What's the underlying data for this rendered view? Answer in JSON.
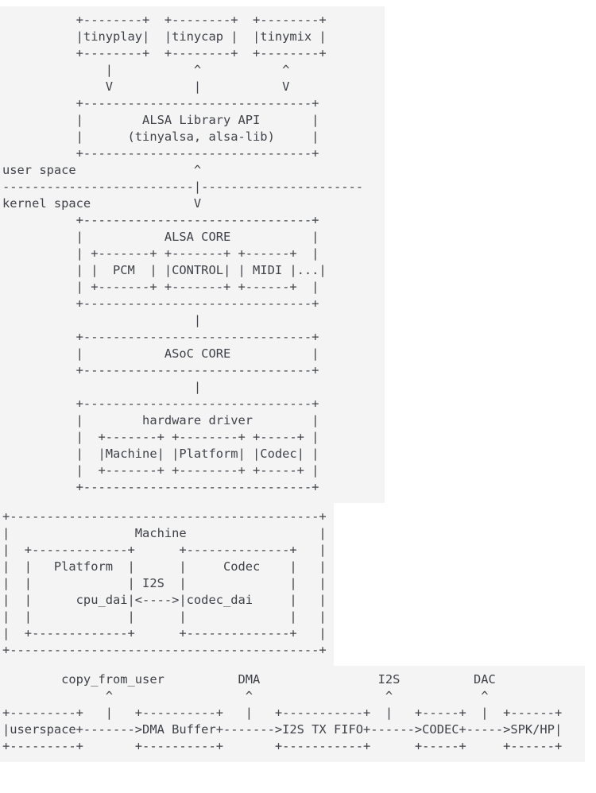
{
  "colors": {
    "page_background": "#ffffff",
    "code_block_background": "#f4f4f5",
    "code_text": "#3f4247"
  },
  "diagrams": {
    "alsa_stack": {
      "user_space_label": "user space",
      "kernel_space_label": "kernel space",
      "user_apps": [
        "tinyplay",
        "tinycap",
        "tinymix"
      ],
      "library_lines": [
        "ALSA Library API",
        "(tinyalsa, alsa-lib)"
      ],
      "kernel_layers": [
        "ALSA CORE",
        "ASoC CORE",
        "hardware driver"
      ],
      "alsa_core_modules": [
        "PCM",
        "CONTROL",
        "MIDI"
      ],
      "hardware_driver_modules": [
        "Machine",
        "Platform",
        "Codec"
      ],
      "ascii": "          +--------+  +--------+  +--------+\n          |tinyplay|  |tinycap |  |tinymix |\n          +--------+  +--------+  +--------+\n              |           ^           ^\n              V           |           V\n          +-------------------------------+\n          |        ALSA Library API       |\n          |      (tinyalsa, alsa-lib)     |\n          +-------------------------------+\nuser space                ^\n--------------------------|----------------------\nkernel space              V\n          +-------------------------------+\n          |           ALSA CORE           |\n          | +-------+ +-------+ +------+  |\n          | |  PCM  | |CONTROL| | MIDI |...|\n          | +-------+ +-------+ +------+  |\n          +-------------------------------+\n                          |\n          +-------------------------------+\n          |           ASoC CORE           |\n          +-------------------------------+\n                          |\n          +-------------------------------+\n          |        hardware driver        |\n          |  +-------+ +--------+ +-----+ |\n          |  |Machine| |Platform| |Codec| |\n          |  +-------+ +--------+ +-----+ |\n          +-------------------------------+"
    },
    "machine": {
      "title": "Machine",
      "components": [
        "Platform",
        "Codec"
      ],
      "dai_link": [
        "cpu_dai",
        "codec_dai"
      ],
      "bus_label": "I2S",
      "ascii": "+------------------------------------------+\n|                 Machine                  |\n|  +-------------+      +--------------+   |\n|  |   Platform  |      |     Codec    |   |\n|  |             | I2S  |              |   |\n|  |      cpu_dai|<---->|codec_dai     |   |\n|  |             |      |              |   |\n|  +-------------+      +--------------+   |\n+------------------------------------------+"
    },
    "dataflow": {
      "stages": [
        "userspace",
        "DMA Buffer",
        "I2S TX FIFO",
        "CODEC",
        "SPK/HP"
      ],
      "mechanisms": [
        "copy_from_user",
        "DMA",
        "I2S",
        "DAC"
      ],
      "ascii": "        copy_from_user          DMA                I2S          DAC\n              ^                  ^                  ^            ^\n+---------+   |   +----------+   |   +-----------+  |   +-----+  |  +------+\n|userspace+------->DMA Buffer+------->I2S TX FIFO+------>CODEC+----->SPK/HP|\n+---------+       +----------+       +-----------+      +-----+     +------+"
    }
  }
}
